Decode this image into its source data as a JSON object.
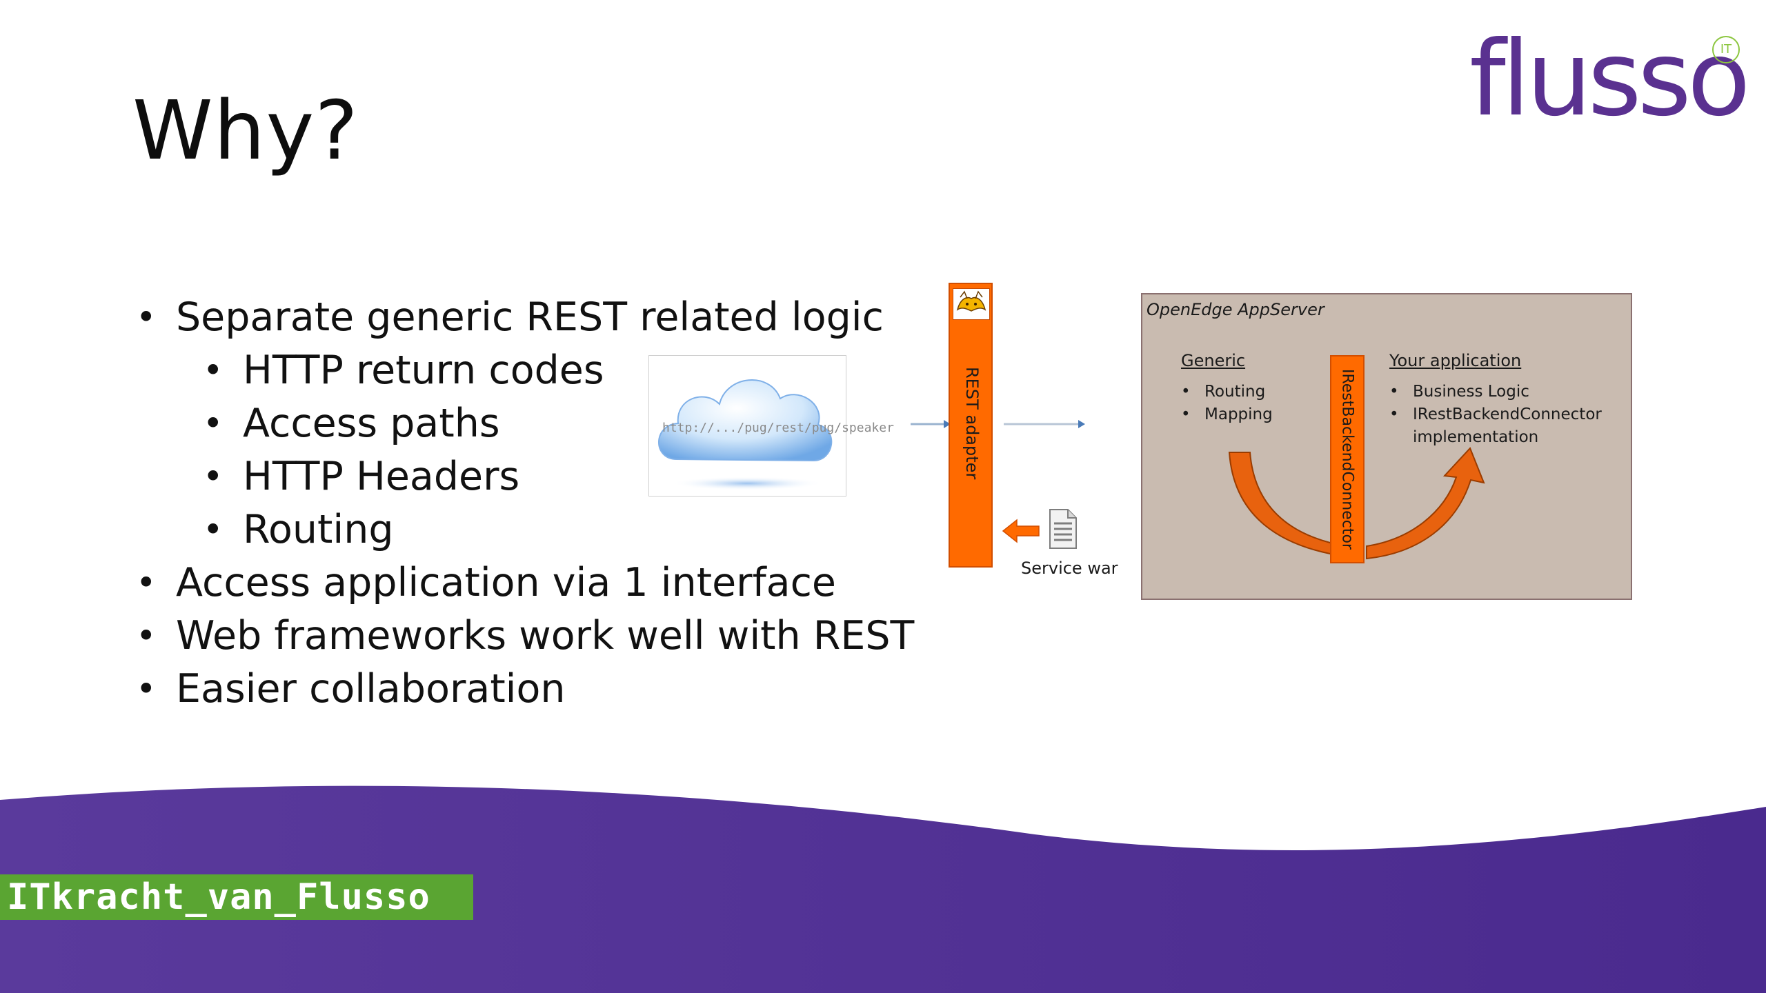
{
  "slide": {
    "title": "Why?",
    "logo_text": "flusso",
    "logo_badge": "IT",
    "bullets": [
      "Separate generic REST related logic",
      "HTTP return codes",
      "Access paths",
      "HTTP Headers",
      "Routing",
      "Access application via 1 interface",
      "Web frameworks work well with REST",
      "Easier collaboration"
    ],
    "footer_tag": "ITkracht_van_Flusso"
  },
  "diagram": {
    "url_text": "http://.../pug/rest/pug/speaker",
    "rest_adapter_label": "REST adapter",
    "service_label": "Service war",
    "appserver_title": "OpenEdge AppServer",
    "generic_heading": "Generic",
    "generic_items": [
      "Routing",
      "Mapping"
    ],
    "connector_label": "IRestBackendConnector",
    "app_heading": "Your application",
    "app_items": [
      "Business Logic",
      "IRestBackendConnector",
      "implementation"
    ]
  },
  "colors": {
    "brand_purple": "#5a3190",
    "band_purple": "#4b2f93",
    "accent_orange": "#ff6a00",
    "tag_green": "#5aa532",
    "appserver_bg": "#c9bbb0"
  }
}
